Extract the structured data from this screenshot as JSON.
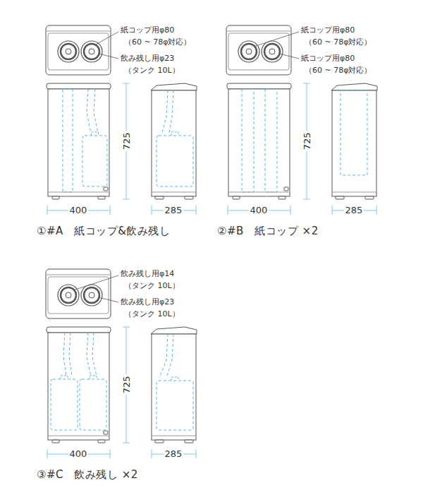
{
  "diagram": {
    "labels": [
      "紙コップ用φ80",
      "（60 ~ 78φ対応）",
      "飲み残し用φ23",
      "（タンク 10L）",
      "725",
      "400",
      "285",
      "①#A　紙コップ&飲み残し",
      "紙コップ用φ80",
      "（60 ~ 78φ対応）",
      "紙コップ用φ80",
      "（60 ~ 78φ対応）",
      "725",
      "400",
      "285",
      "②#B　紙コップ ×2",
      "飲み残し用φ14",
      "（タンク 10L）",
      "飲み残し用φ23",
      "（タンク 10L）",
      "725",
      "400",
      "285",
      "③#C　飲み残し ×2"
    ]
  }
}
